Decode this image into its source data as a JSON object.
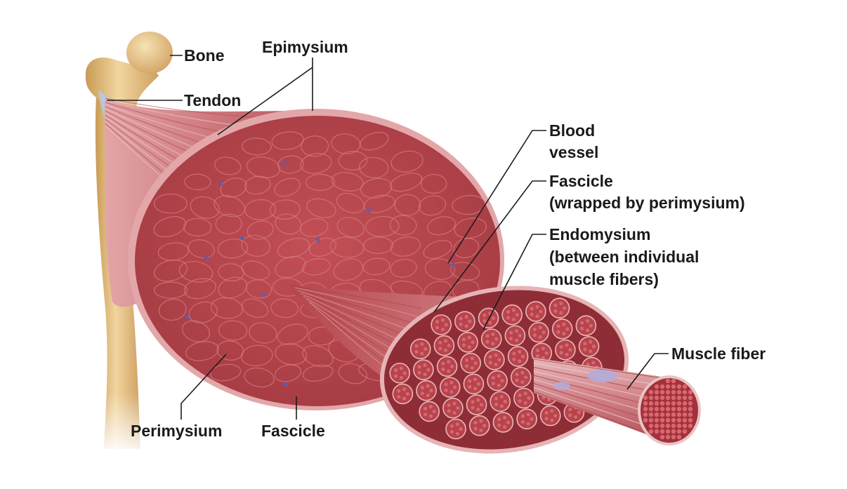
{
  "labels": {
    "bone": "Bone",
    "tendon": "Tendon",
    "epimysium": "Epimysium",
    "blood_vessel_1": "Blood",
    "blood_vessel_2": "vessel",
    "fascicle_right_1": "Fascicle",
    "fascicle_right_2": "(wrapped by perimysium)",
    "endomysium_1": "Endomysium",
    "endomysium_2": "(between individual",
    "endomysium_3": "muscle fibers)",
    "muscle_fiber": "Muscle fiber",
    "perimysium": "Perimysium",
    "fascicle_bottom": "Fascicle"
  },
  "colors": {
    "muscle": "#b8454b",
    "muscle_dark": "#8e2e36",
    "muscle_light": "#d9888a",
    "bone": "#e8c78c",
    "bone_shade": "#c99a55",
    "tendon": "#a9b9d6",
    "vessel": "#5a5fb0"
  }
}
